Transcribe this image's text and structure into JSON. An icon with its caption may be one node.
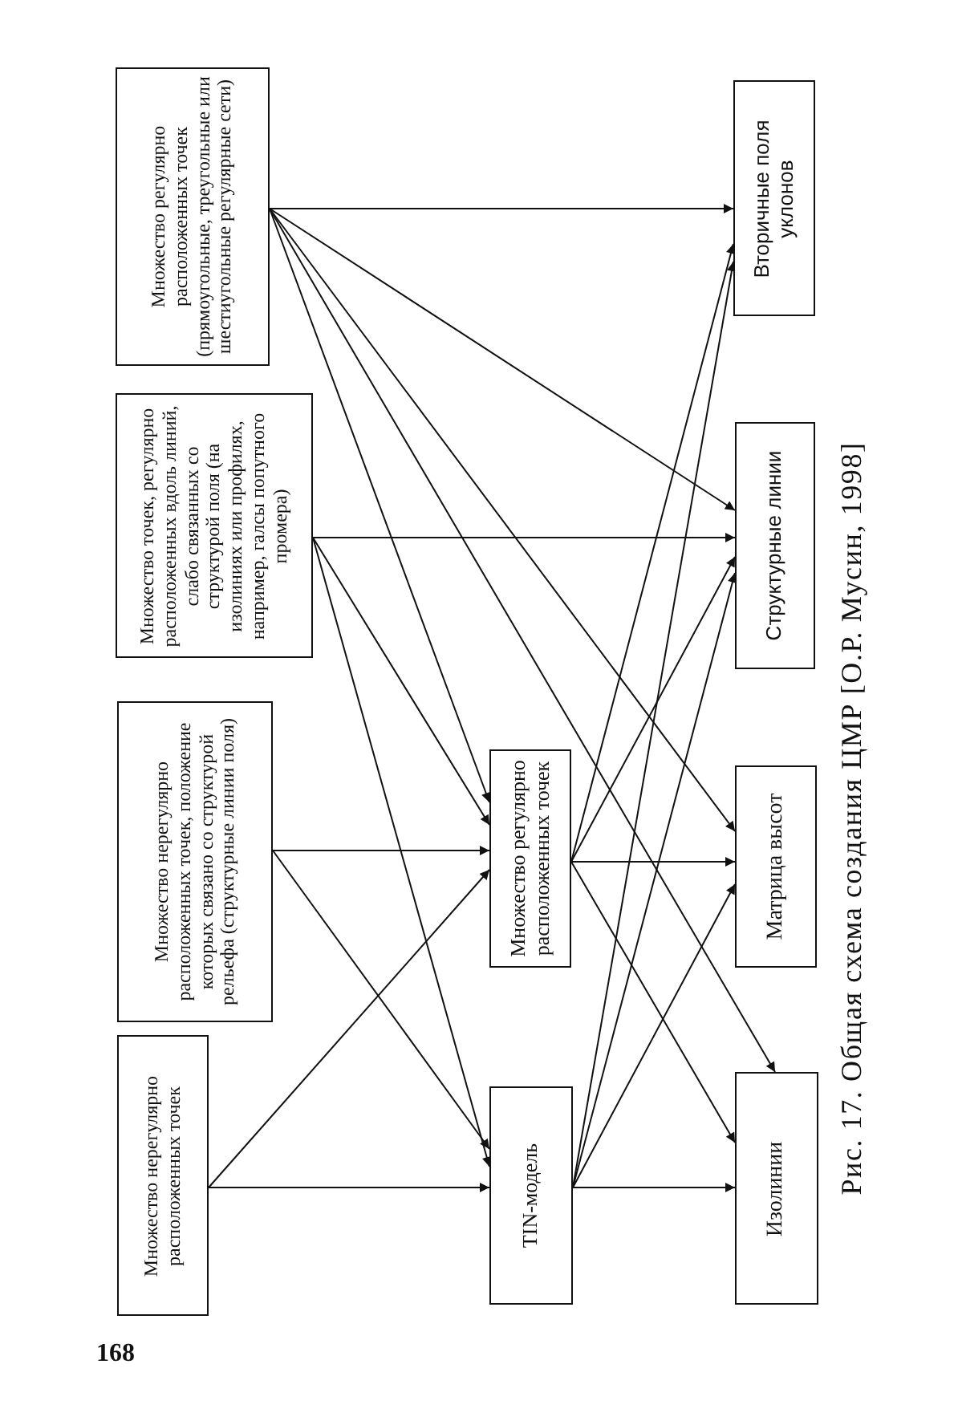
{
  "diagram": {
    "caption": "Рис. 17. Общая схема создания ЦМР [О.Р. Мусин, 1998]",
    "nodes": [
      {
        "text": [
          "Множество нерегулярно расположенных точек"
        ]
      },
      {
        "text": [
          "Множество нерегулярно расположенных точек, положение которых связано со структурой рельефа (структурные линии поля)"
        ]
      },
      {
        "text": [
          "Множество точек, регулярно расположенных вдоль линий, слабо связанных со структурой поля (на изолиниях или профилях, например, галсы попутного промера)"
        ]
      },
      {
        "text": [
          "Множество регулярно расположенных точек (прямоугольные, треугольные или шестиугольные регулярные сети)"
        ]
      },
      {
        "text": [
          "TIN-модель"
        ]
      },
      {
        "text": [
          "Множество регулярно расположенных точек"
        ]
      },
      {
        "text": [
          "Изолинии"
        ]
      },
      {
        "text": [
          "Матрица высот"
        ]
      },
      {
        "text": [
          "Структурные линии"
        ]
      },
      {
        "text": [
          "Вторичные поля уклонов"
        ]
      }
    ],
    "edges": [
      {
        "from": 0,
        "to": 4,
        "arrow": "to"
      },
      {
        "from": 0,
        "to": 5,
        "arrow": "to"
      },
      {
        "from": 1,
        "to": 5,
        "arrow": "to"
      },
      {
        "from": 1,
        "to": 4,
        "arrow": "to"
      },
      {
        "from": 2,
        "to": 8,
        "arrow": "to"
      },
      {
        "from": 2,
        "to": 5,
        "arrow": "to"
      },
      {
        "from": 2,
        "to": 4,
        "arrow": "to"
      },
      {
        "from": 3,
        "to": 9,
        "arrow": "to"
      },
      {
        "from": 3,
        "to": 8,
        "arrow": "to"
      },
      {
        "from": 3,
        "to": 5,
        "arrow": "to"
      },
      {
        "from": 3,
        "to": 7,
        "arrow": "to"
      },
      {
        "from": 3,
        "to": 6,
        "arrow": "to"
      },
      {
        "from": 4,
        "to": 6,
        "arrow": "to"
      },
      {
        "from": 4,
        "to": 7,
        "arrow": "to"
      },
      {
        "from": 4,
        "to": 8,
        "arrow": "to"
      },
      {
        "from": 4,
        "to": 9,
        "arrow": "to"
      },
      {
        "from": 5,
        "to": 7,
        "arrow": "to"
      },
      {
        "from": 5,
        "to": 6,
        "arrow": "to"
      },
      {
        "from": 5,
        "to": 8,
        "arrow": "to"
      },
      {
        "from": 5,
        "to": 9,
        "arrow": "to"
      }
    ],
    "labels": [
      "168"
    ]
  }
}
